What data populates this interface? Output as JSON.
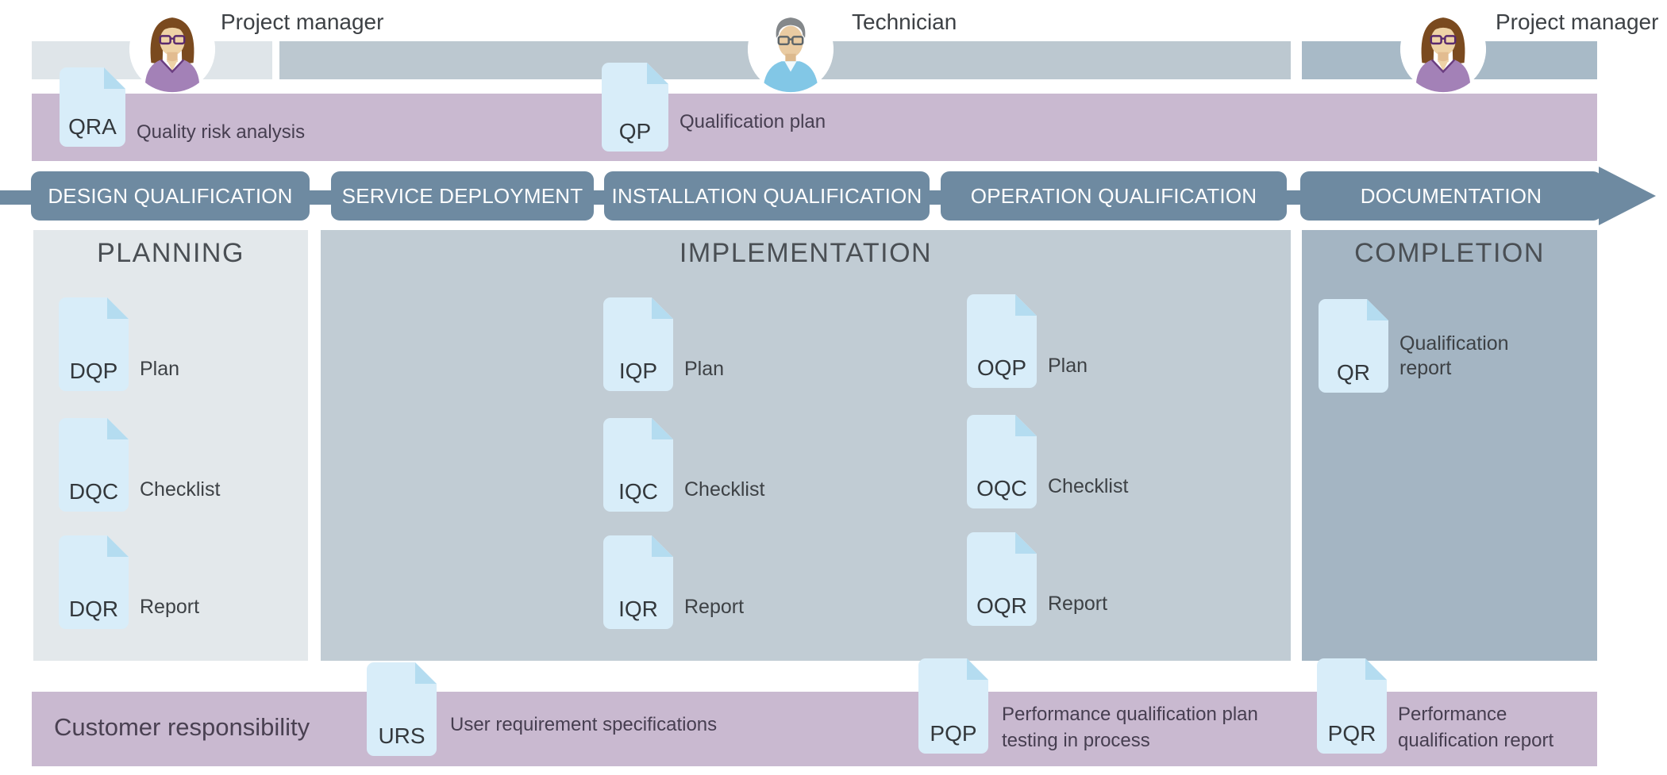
{
  "roles": [
    {
      "label": "Project manager",
      "avatar": "female-project-manager"
    },
    {
      "label": "Technician",
      "avatar": "male-technician"
    },
    {
      "label": "Project manager",
      "avatar": "female-project-manager"
    }
  ],
  "top_band": {
    "qra": {
      "code": "QRA",
      "label": "Quality risk analysis"
    },
    "qp": {
      "code": "QP",
      "label": "Qualification plan"
    }
  },
  "phases": [
    {
      "label": "DESIGN QUALIFICATION"
    },
    {
      "label": "SERVICE DEPLOYMENT"
    },
    {
      "label": "INSTALLATION QUALIFICATION"
    },
    {
      "label": "OPERATION QUALIFICATION"
    },
    {
      "label": "DOCUMENTATION"
    }
  ],
  "panels": {
    "planning": {
      "title": "PLANNING",
      "docs": [
        {
          "code": "DQP",
          "label": "Plan"
        },
        {
          "code": "DQC",
          "label": "Checklist"
        },
        {
          "code": "DQR",
          "label": "Report"
        }
      ]
    },
    "implementation": {
      "title": "IMPLEMENTATION",
      "iq_docs": [
        {
          "code": "IQP",
          "label": "Plan"
        },
        {
          "code": "IQC",
          "label": "Checklist"
        },
        {
          "code": "IQR",
          "label": "Report"
        }
      ],
      "oq_docs": [
        {
          "code": "OQP",
          "label": "Plan"
        },
        {
          "code": "OQC",
          "label": "Checklist"
        },
        {
          "code": "OQR",
          "label": "Report"
        }
      ]
    },
    "completion": {
      "title": "COMPLETION",
      "doc": {
        "code": "QR",
        "label": "Qualification\nreport"
      }
    }
  },
  "bottom_band": {
    "title": "Customer responsibility",
    "urs": {
      "code": "URS",
      "label": "User requirement specifications"
    },
    "pqp": {
      "code": "PQP",
      "label": "Performance qualification plan\ntesting in process"
    },
    "pqr": {
      "code": "PQR",
      "label": "Performance\nqualification report"
    }
  },
  "colors": {
    "band_purple": "#c9b9d0",
    "phase_slate": "#6e8aa1",
    "panel_planning": "#e3e8eb",
    "panel_implementation": "#c1ccd4",
    "panel_completion": "#a4b5c3",
    "topbar_light": "#dfe5e9",
    "topbar_medium": "#bcc8d0",
    "topbar_dark": "#a8bac7",
    "doc_fill": "#d8edf9",
    "doc_fold": "#b4dcf0",
    "text_dark": "#3d4145",
    "phase_text": "#ffffff"
  }
}
